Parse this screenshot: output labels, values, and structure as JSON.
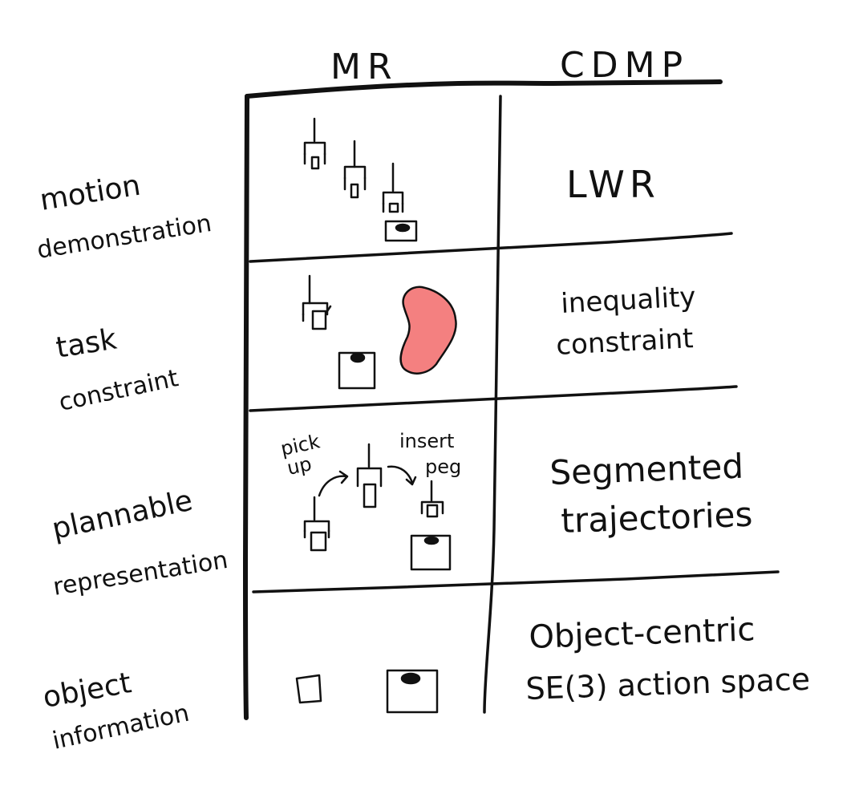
{
  "columns": {
    "mr": "MR",
    "cdmp": "CDMP"
  },
  "rows": [
    {
      "label_line1": "motion",
      "label_line2": "demonstration",
      "cdmp": [
        "LWR"
      ]
    },
    {
      "label_line1": "task",
      "label_line2": "constraint",
      "cdmp": [
        "inequality",
        "constraint"
      ]
    },
    {
      "label_line1": "plannable",
      "label_line2": "representation",
      "cdmp": [
        "Segmented",
        "trajectories"
      ],
      "annotations": {
        "pick_line1": "pick",
        "pick_line2": "up",
        "insert_line1": "insert",
        "insert_line2": "peg"
      }
    },
    {
      "label_line1": "object",
      "label_line2": "information",
      "cdmp": [
        "Object-centric",
        "SE(3) action space"
      ]
    }
  ],
  "colors": {
    "ink": "#111111",
    "obstacle": "#f48080"
  }
}
